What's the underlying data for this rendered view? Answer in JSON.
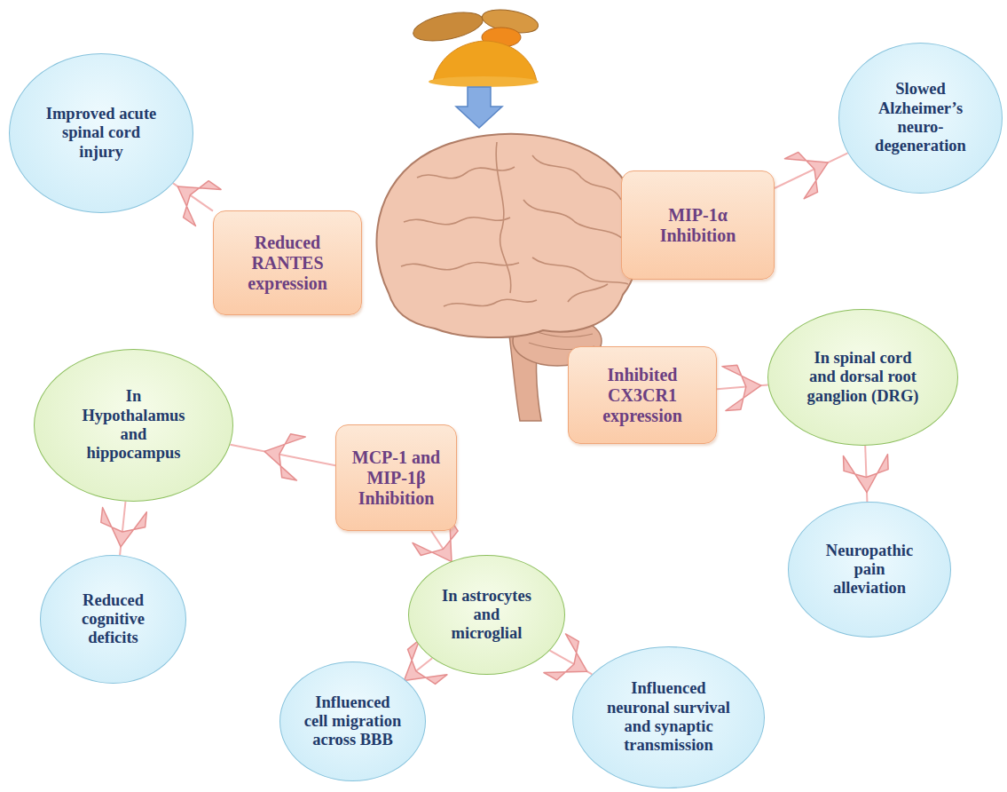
{
  "diagram": {
    "nodes": [
      {
        "text": [
          "Improved acute spinal cord injury"
        ]
      },
      {
        "text": [
          "Slowed Alzheimer’s neuro- degeneration"
        ]
      },
      {
        "text": [
          "Reduced RANTES expression"
        ]
      },
      {
        "text": [
          "MIP-1α Inhibition"
        ]
      },
      {
        "text": [
          "Inhibited CX3CR1 expression"
        ]
      },
      {
        "text": [
          "In spinal cord and dorsal root ganglion (DRG)"
        ]
      },
      {
        "text": [
          "In Hypothalamus and hippocampus"
        ]
      },
      {
        "text": [
          "MCP-1 and MIP-1β Inhibition"
        ]
      },
      {
        "text": [
          "Neuropathic pain alleviation"
        ]
      },
      {
        "text": [
          "Reduced cognitive deficits"
        ]
      },
      {
        "text": [
          "In astrocytes and microglial"
        ]
      },
      {
        "text": [
          "Influenced cell migration across BBB"
        ]
      },
      {
        "text": [
          "Influenced neuronal survival and synaptic transmission"
        ]
      }
    ],
    "edges": [
      {
        "from": 2,
        "to": 0,
        "arrow": "to"
      },
      {
        "from": 3,
        "to": 1,
        "arrow": "to"
      },
      {
        "from": 4,
        "to": 5,
        "arrow": "to"
      },
      {
        "from": 5,
        "to": 8,
        "arrow": "to"
      },
      {
        "from": 7,
        "to": 6,
        "arrow": "to"
      },
      {
        "from": 6,
        "to": 9,
        "arrow": "to"
      },
      {
        "from": 7,
        "to": 10,
        "arrow": "to"
      },
      {
        "from": 10,
        "to": 11,
        "arrow": "to"
      },
      {
        "from": 10,
        "to": 12,
        "arrow": "to"
      }
    ]
  }
}
